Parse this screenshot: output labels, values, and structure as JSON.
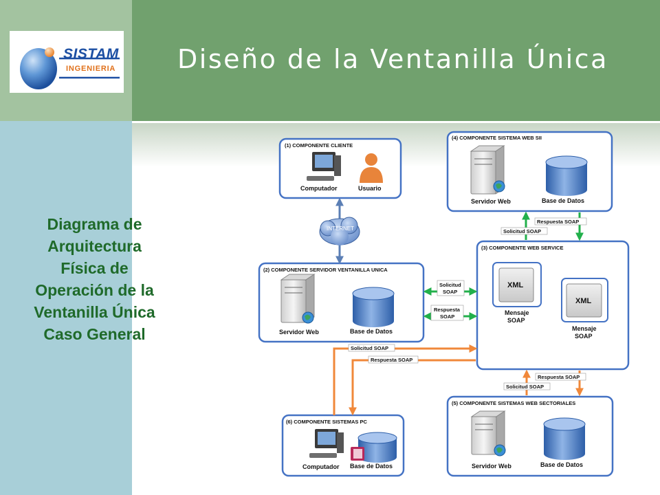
{
  "logo": {
    "line1": "SISTAM",
    "line2": "INGENIERIA"
  },
  "header": {
    "title": "Diseño de la Ventanilla Única"
  },
  "sidebar": {
    "lines": [
      "Diagrama de",
      "Arquitectura",
      "Física de",
      "Operación de la",
      "Ventanilla Única",
      "Caso  General"
    ]
  },
  "diagram": {
    "components": {
      "c1": {
        "title": "(1) COMPONENTE CLIENTE",
        "item1": "Computador",
        "item2": "Usuario"
      },
      "c2": {
        "title": "(2) COMPONENTE SERVIDOR VENTANILLA UNICA",
        "item1": "Servidor Web",
        "item2": "Base de Datos"
      },
      "c3": {
        "title": "(3) COMPONENTE WEB SERVICE",
        "xml1": "XML",
        "msg1a": "Mensaje",
        "msg1b": "SOAP",
        "xml2": "XML",
        "msg2a": "Mensaje",
        "msg2b": "SOAP"
      },
      "c4": {
        "title": "(4) COMPONENTE SISTEMA WEB SII",
        "item1": "Servidor Web",
        "item2": "Base de Datos"
      },
      "c5": {
        "title": "(5) COMPONENTE SISTEMAS WEB SECTORIALES",
        "item1": "Servidor Web",
        "item2": "Base de Datos"
      },
      "c6": {
        "title": "(6) COMPONENTE SISTEMAS PC",
        "item1": "Computador",
        "item2": "Base de Datos"
      }
    },
    "internet": "INTERNET",
    "labels": {
      "c4_resp": "Respuesta SOAP",
      "c4_sol": "Solicitud SOAP",
      "c2_sol1": "Solicitud",
      "c2_sol2": "SOAP",
      "c2_resp1": "Respuesta",
      "c2_resp2": "SOAP",
      "c6_sol": "Solicitud SOAP",
      "c6_resp": "Respuesta SOAP",
      "c5_resp": "Respuesta SOAP",
      "c5_sol": "Solicitud SOAP"
    },
    "colors": {
      "box_border": "#4472c4",
      "green_arrow": "#22b04b",
      "orange_arrow": "#f0883a",
      "blue_link": "#5b7fb5"
    }
  }
}
